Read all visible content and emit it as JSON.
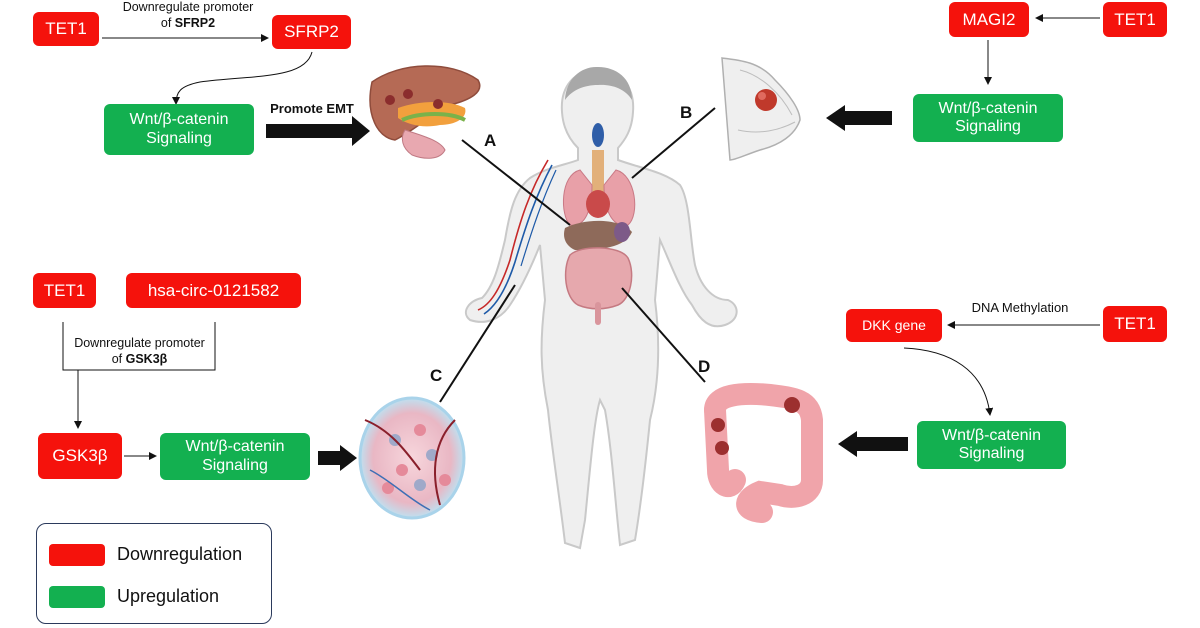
{
  "panel_a": {
    "tet1": "TET1",
    "sfrp2": "SFRP2",
    "note_line1": "Downregulate promoter",
    "note_line2_prefix": "of ",
    "note_line2_bold": "SFRP2",
    "wnt_line1": "Wnt/β-catenin",
    "wnt_line2": "Signaling",
    "emt": "Promote EMT",
    "letter": "A"
  },
  "panel_b": {
    "magi2": "MAGI2",
    "tet1": "TET1",
    "wnt_line1": "Wnt/β-catenin",
    "wnt_line2": "Signaling",
    "letter": "B"
  },
  "panel_c": {
    "tet1": "TET1",
    "circ": "hsa-circ-0121582",
    "note_line1": "Downregulate promoter",
    "note_line2_prefix": "of ",
    "note_line2_bold": "GSK3β",
    "gsk": "GSK3β",
    "wnt_line1": "Wnt/β-catenin",
    "wnt_line2": "Signaling",
    "letter": "C"
  },
  "panel_d": {
    "dkk": "DKK gene",
    "tet1": "TET1",
    "dna": "DNA Methylation",
    "wnt_line1": "Wnt/β-catenin",
    "wnt_line2": "Signaling",
    "letter": "D"
  },
  "legend": {
    "down_label": "Downregulation",
    "up_label": "Upregulation",
    "down_color": "#f5120c",
    "up_color": "#13b050"
  },
  "colors": {
    "red": "#f5120c",
    "green": "#13b050"
  }
}
